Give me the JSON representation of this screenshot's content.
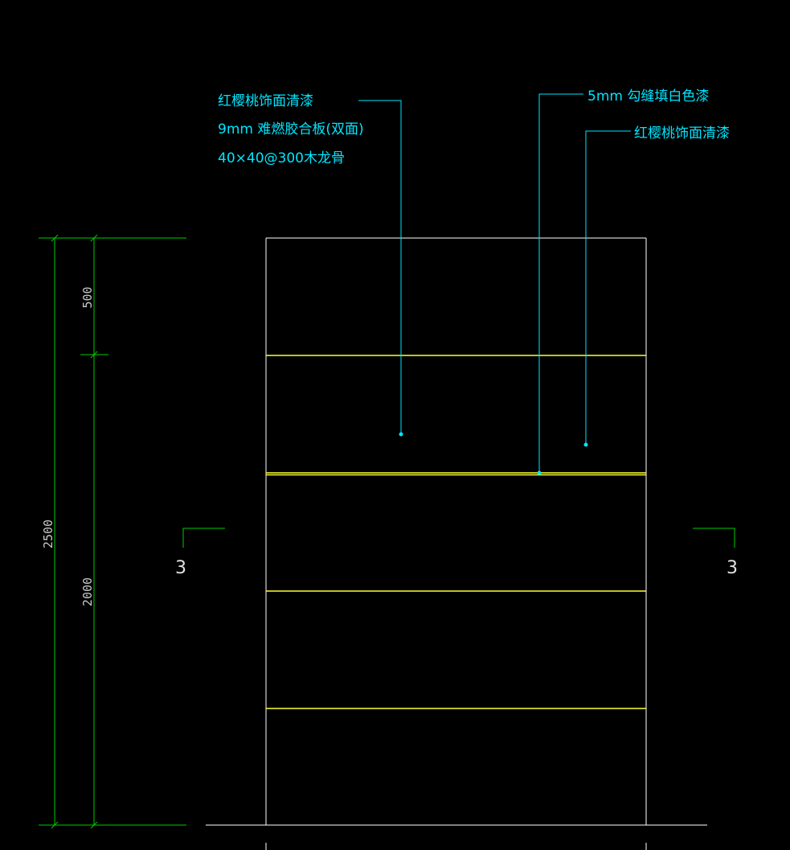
{
  "annotations": {
    "left_lines": [
      "红樱桃饰面清漆",
      "9mm 难燃胶合板(双面)",
      "40×40@300木龙骨"
    ],
    "groove": "5mm 勾缝填白色漆",
    "right": "红樱桃饰面清漆"
  },
  "dimensions": {
    "top": "500",
    "bottom": "2000",
    "overall": "2500"
  },
  "section_marks": {
    "left": "3",
    "right": "3"
  },
  "colors": {
    "background": "#000000",
    "outline": "#ffffff",
    "panel_joint": "#ffff33",
    "leader": "#00e5ff",
    "dimension": "#00cc00"
  }
}
